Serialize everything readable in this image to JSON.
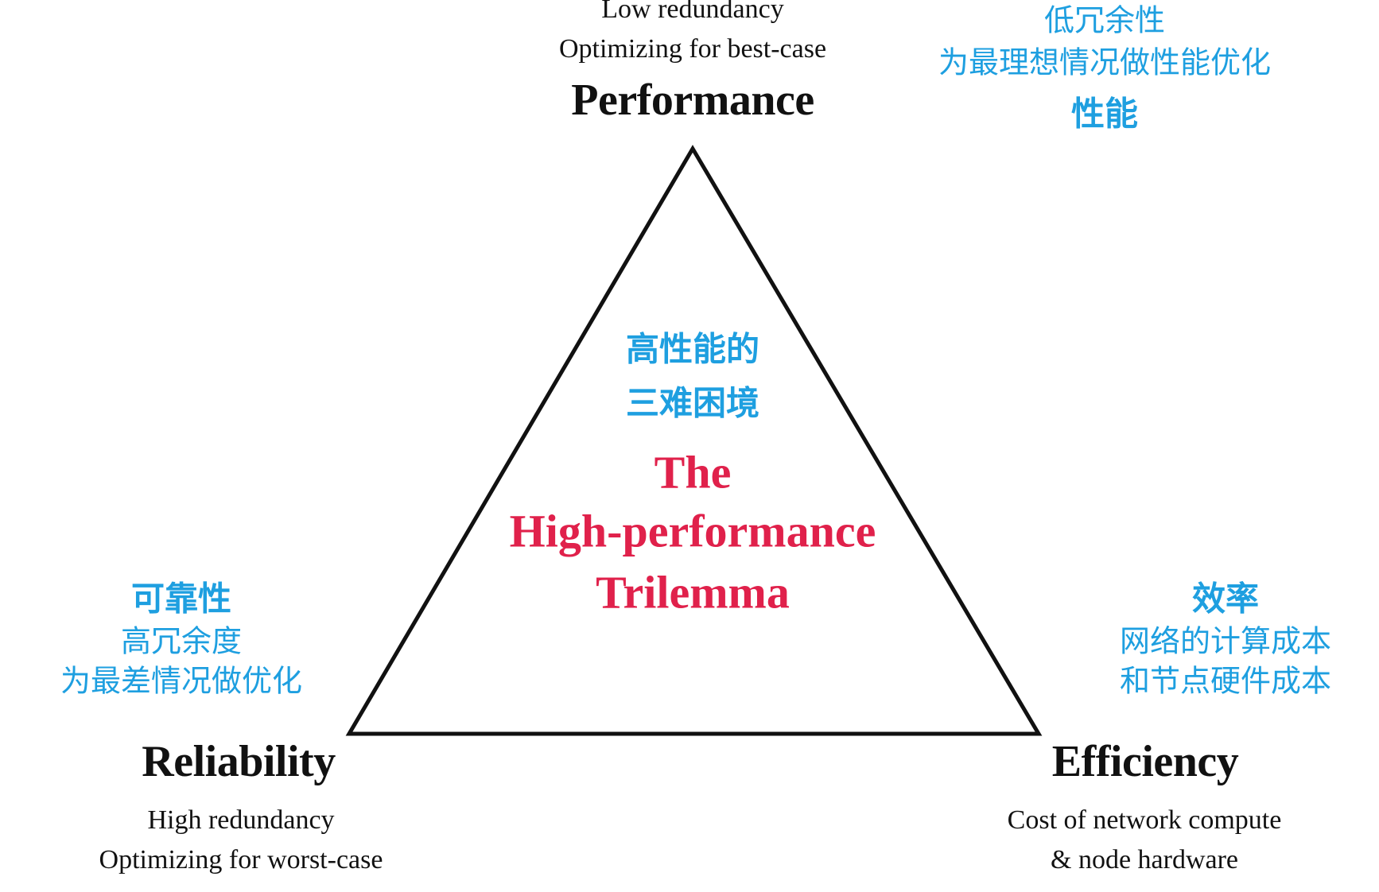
{
  "performance": {
    "title": "Performance",
    "lines": [
      "Low redundancy",
      "Optimizing for best-case"
    ],
    "cn_lines": [
      "低冗余性",
      "为最理想情况做性能优化"
    ],
    "cn_title": "性能"
  },
  "reliability": {
    "title": "Reliability",
    "lines": [
      "High redundancy",
      "Optimizing for worst-case"
    ],
    "cn_title": "可靠性",
    "cn_lines": [
      "高冗余度",
      "为最差情况做优化"
    ]
  },
  "efficiency": {
    "title": "Efficiency",
    "lines": [
      "Cost of network compute",
      "& node hardware"
    ],
    "cn_title": "效率",
    "cn_lines": [
      "网络的计算成本",
      "和节点硬件成本"
    ]
  },
  "center": {
    "cn_lines": [
      "高性能的",
      "三难困境"
    ],
    "en_lines": [
      "The",
      "High-performance",
      "Trilemma"
    ]
  },
  "colors": {
    "blue": "#1e9fe0",
    "red": "#e0214b",
    "black": "#111111"
  }
}
